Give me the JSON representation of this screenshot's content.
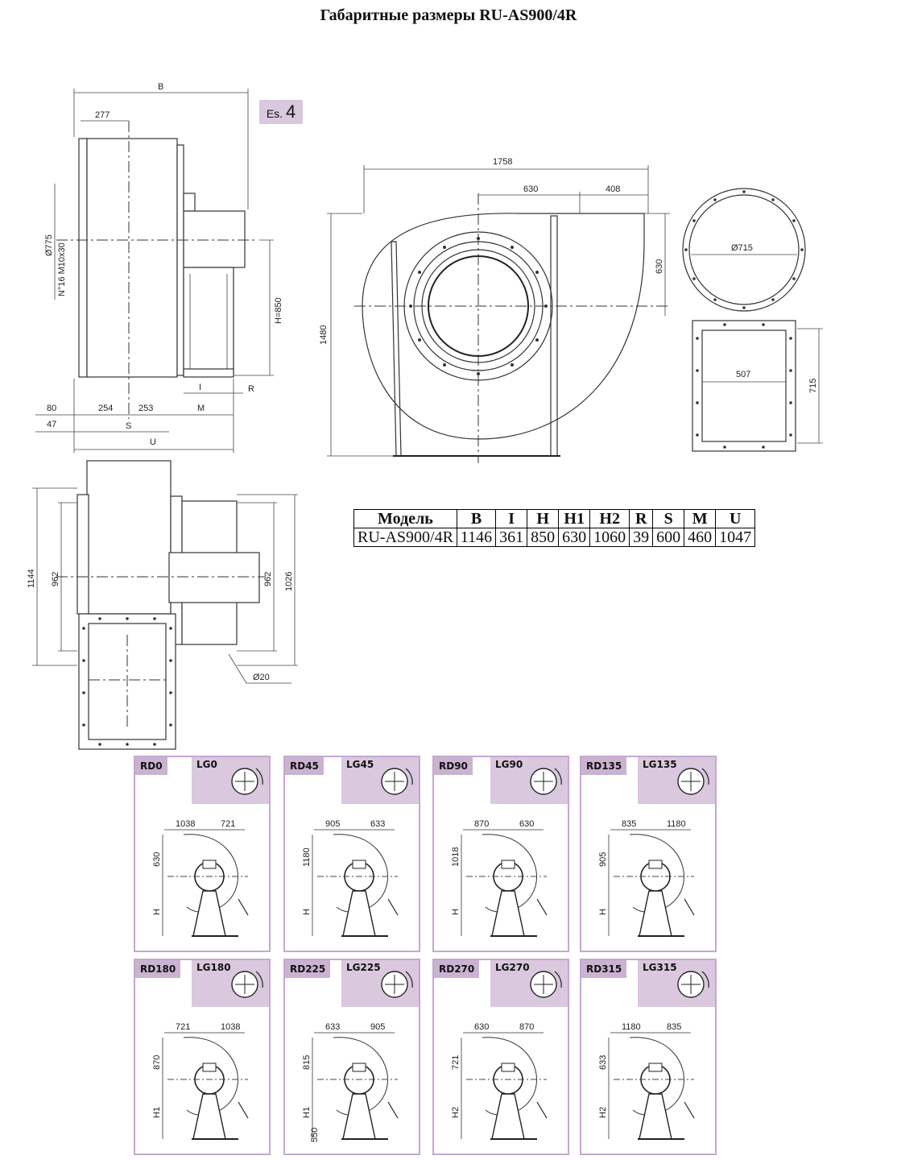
{
  "title": "Габаритные размеры RU-AS900/4R",
  "badge": {
    "prefix": "Es.",
    "num": "4"
  },
  "side_view": {
    "B": "B",
    "d277": "277",
    "d775": "Ø775",
    "bolts": "N°16 M10x30",
    "h850": "H=850",
    "I": "I",
    "R": "R",
    "d80": "80",
    "d254": "254",
    "d253": "253",
    "M": "M",
    "d47": "47",
    "S": "S",
    "U": "U"
  },
  "front_view": {
    "d1758": "1758",
    "d630a": "630",
    "d408": "408",
    "d630b": "630",
    "d1480": "1480"
  },
  "inlet": {
    "d715": "Ø715"
  },
  "outlet": {
    "d507": "507",
    "d715": "715"
  },
  "top_view": {
    "d1144": "1144",
    "d962a": "962",
    "d962b": "962",
    "d1026": "1026",
    "d20": "Ø20"
  },
  "table": {
    "headers": [
      "Модель",
      "B",
      "I",
      "H",
      "H1",
      "H2",
      "R",
      "S",
      "M",
      "U"
    ],
    "row": [
      "RU-AS900/4R",
      "1146",
      "361",
      "850",
      "630",
      "1060",
      "39",
      "600",
      "460",
      "1047"
    ]
  },
  "positions": [
    {
      "rd": "RD0",
      "lg": "LG0",
      "a": "1038",
      "b": "721",
      "v1": "630",
      "v2": "H",
      "v3": ""
    },
    {
      "rd": "RD45",
      "lg": "LG45",
      "a": "905",
      "b": "633",
      "v1": "1180",
      "v2": "H",
      "v3": ""
    },
    {
      "rd": "RD90",
      "lg": "LG90",
      "a": "870",
      "b": "630",
      "v1": "1018",
      "v2": "H",
      "v3": ""
    },
    {
      "rd": "RD135",
      "lg": "LG135",
      "a": "835",
      "b": "1180",
      "v1": "905",
      "v2": "H",
      "v3": ""
    },
    {
      "rd": "RD180",
      "lg": "LG180",
      "a": "721",
      "b": "1038",
      "v1": "870",
      "v2": "H1",
      "v3": ""
    },
    {
      "rd": "RD225",
      "lg": "LG225",
      "a": "633",
      "b": "905",
      "v1": "815",
      "v2": "H1",
      "v3": "550"
    },
    {
      "rd": "RD270",
      "lg": "LG270",
      "a": "630",
      "b": "870",
      "v1": "721",
      "v2": "H2",
      "v3": ""
    },
    {
      "rd": "RD315",
      "lg": "LG315",
      "a": "1180",
      "b": "835",
      "v1": "633",
      "v2": "H2",
      "v3": ""
    }
  ]
}
